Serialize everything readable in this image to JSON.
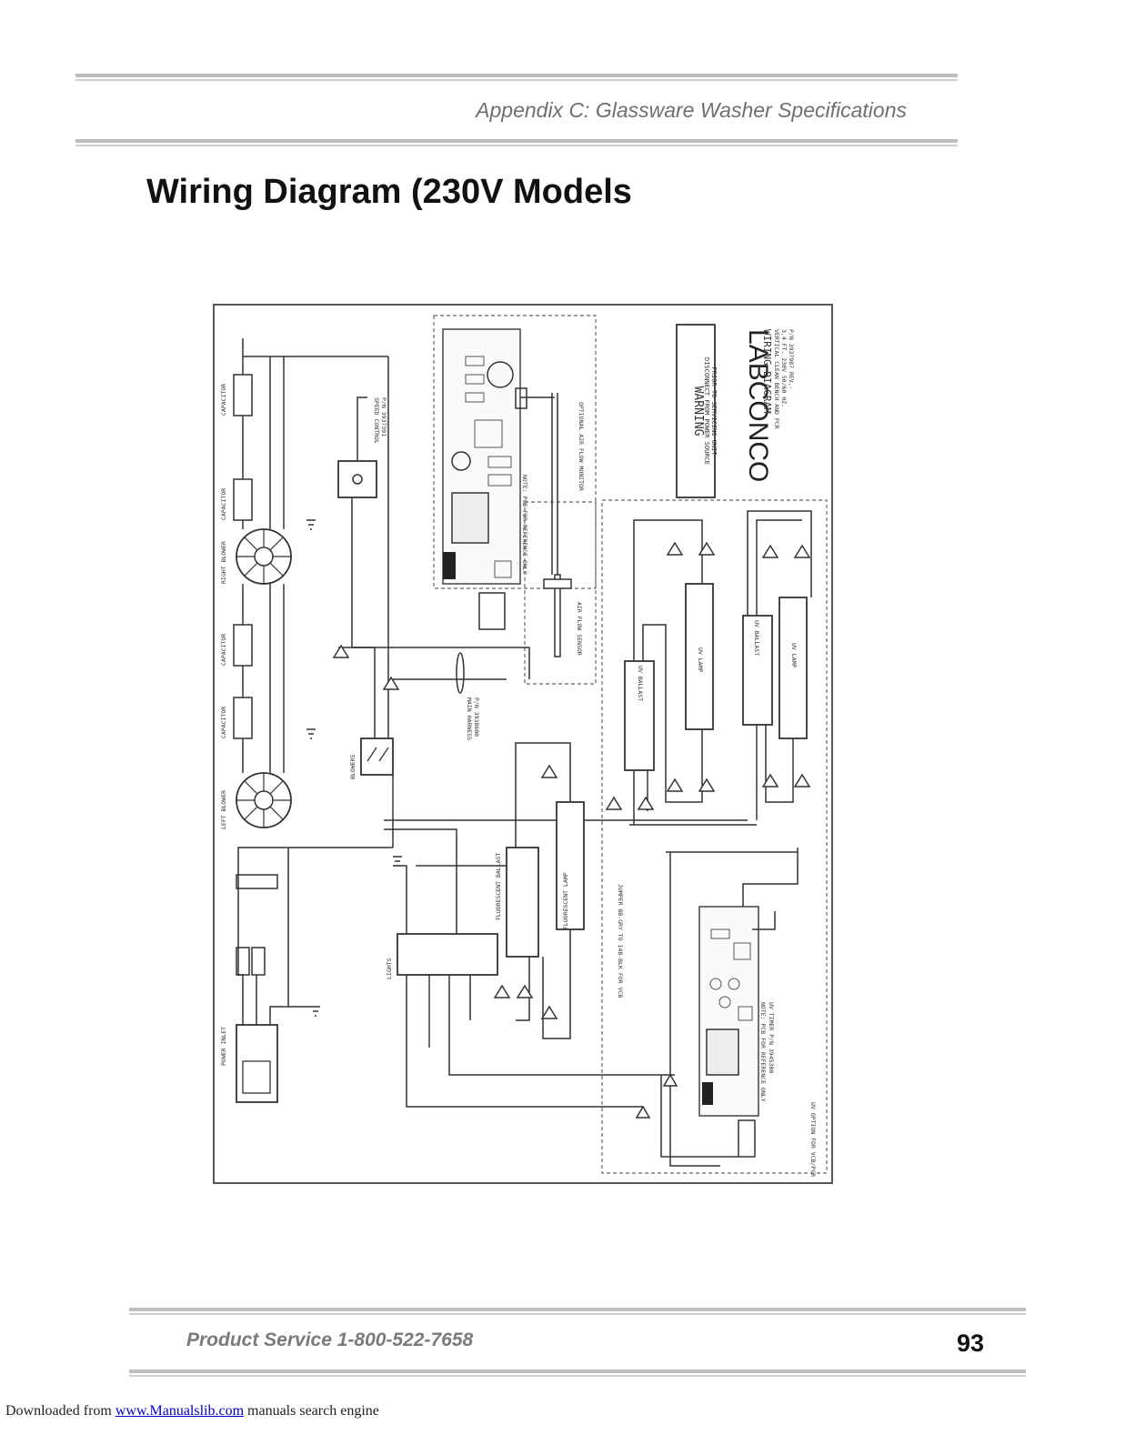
{
  "header": {
    "section_title": "Appendix C: Glassware Washer Specifications"
  },
  "page": {
    "title": "Wiring Diagram (230V Models"
  },
  "diagram": {
    "brand": "LABCONCO",
    "warning_title": "WARNING",
    "warning_line1": "DISCONNECT FROM POWER SOURCE",
    "warning_line2": "PRIOR TO SERVICING UNIT",
    "diagram_title": "WIRING DIAGRAM",
    "diagram_sub1": "VERTICAL CLEAN BENCH AND PCR",
    "diagram_sub2": "3,4 FT. 230V 50/60 HZ.",
    "diagram_sub3": "P/N 3937987 REV.-",
    "labels": {
      "power_inlet": "POWER INLET",
      "left_blower": "LEFT BLOWER",
      "right_blower": "RIGHT BLOWER",
      "capacitor_1": "CAPACITOR",
      "capacitor_2": "CAPACITOR",
      "capacitor_3": "CAPACITOR",
      "capacitor_4": "CAPACITOR",
      "speed_control": "SPEED CONTROL",
      "speed_control_pn": "P/N 3937391",
      "blowers": "BLOWERS",
      "lights": "LIGHTS",
      "main_harness": "MAIN HARNESS",
      "main_harness_pn": "P/N 3938600",
      "fluorescent_ballast": "FLUORESCENT BALLAST",
      "fluorescent_lamp": "FLUORESCENT LAMP",
      "air_flow_sensor": "AIR FLOW SENSOR",
      "air_flow_monitor": "OPTIONAL AIR FLOW MONITOR",
      "uv_ballast_1": "UV BALLAST",
      "uv_ballast_2": "UV BALLAST",
      "uv_lamp_1": "UV LAMP",
      "uv_lamp_2": "UV LAMP",
      "uv_timer": "UV TIMER P/N 3945300",
      "uv_option": "UV OPTION FOR VCB/PCR",
      "pcb_note": "NOTE: PCB FOR REFERENCE ONLY",
      "jumper_note": "JUMPER 8B-GRY TO 14B-BLK FOR VCB"
    }
  },
  "footer": {
    "product_service": "Product Service  1-800-522-7658",
    "page_number": "93"
  },
  "download": {
    "prefix": "Downloaded from ",
    "link_text": "www.Manualslib.com",
    "suffix": " manuals search engine"
  }
}
